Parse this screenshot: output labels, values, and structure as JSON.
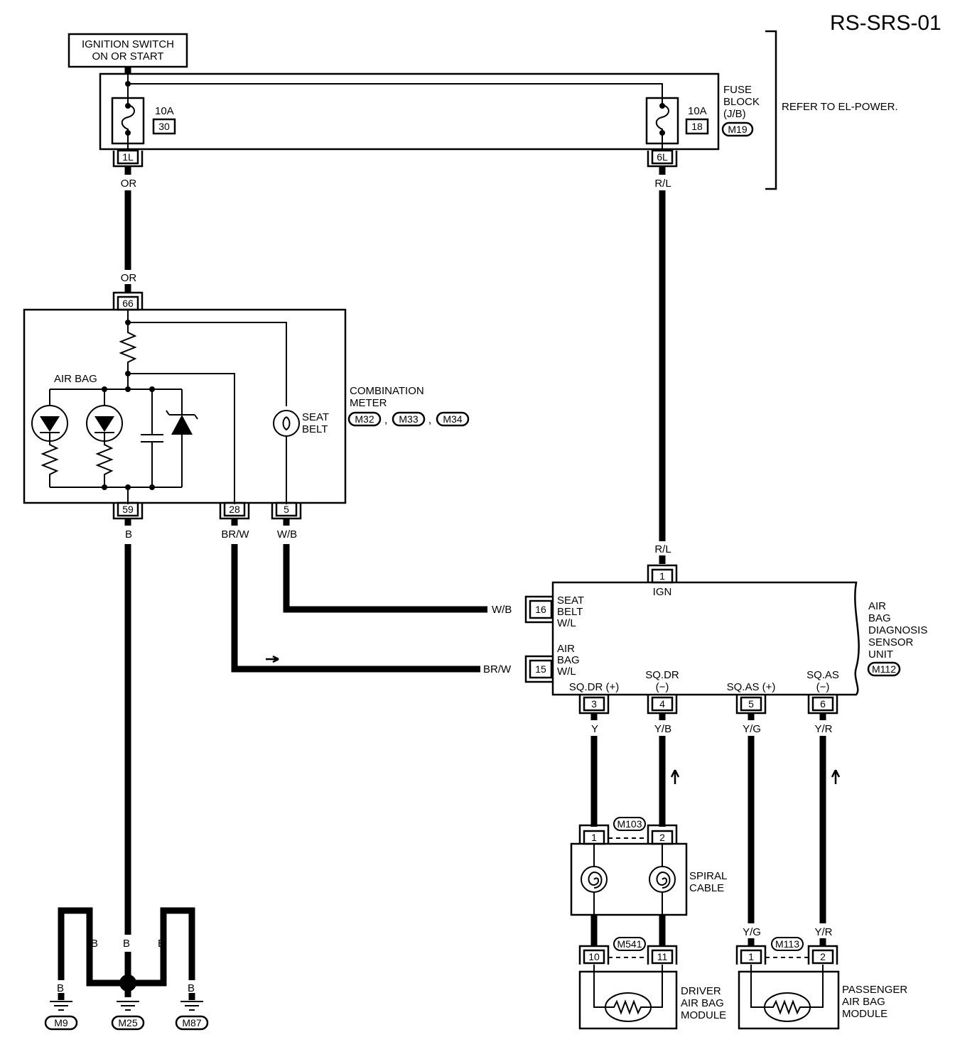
{
  "page": {
    "code": "RS-SRS-01"
  },
  "power": {
    "ignition_switch": [
      "IGNITION SWITCH",
      "ON OR START"
    ],
    "fuse_block": [
      "FUSE",
      "BLOCK",
      "(J/B)"
    ],
    "fuse_block_connector": "M19",
    "refer": "REFER TO EL-POWER.",
    "fuses": [
      {
        "rating": "10A",
        "number": "30",
        "terminal": "1L",
        "wire": "OR"
      },
      {
        "rating": "10A",
        "number": "18",
        "terminal": "6L",
        "wire": "R/L"
      }
    ]
  },
  "combination_meter": {
    "name": [
      "COMBINATION",
      "METER"
    ],
    "connectors": [
      "M32",
      "M33",
      "M34"
    ],
    "separator": ",",
    "air_bag_label": "AIR BAG",
    "seat_belt_label": [
      "SEAT",
      "BELT"
    ],
    "wire_in": "OR",
    "terminals": [
      {
        "number": "66"
      },
      {
        "number": "59",
        "wire": "B"
      },
      {
        "number": "28",
        "wire": "BR/W"
      },
      {
        "number": "5",
        "wire": "W/B"
      }
    ]
  },
  "sensor_unit": {
    "name": [
      "AIR",
      "BAG",
      "DIAGNOSIS",
      "SENSOR",
      "UNIT"
    ],
    "connector": "M112",
    "ign_terminal": {
      "number": "1",
      "label": "IGN",
      "wire": "R/L"
    },
    "side_terminals": [
      {
        "number": "16",
        "label": [
          "SEAT",
          "BELT",
          "W/L"
        ],
        "wire": "W/B"
      },
      {
        "number": "15",
        "label": [
          "AIR",
          "BAG",
          "W/L"
        ],
        "wire": "BR/W"
      }
    ],
    "bottom_terminals": [
      {
        "number": "3",
        "label": [
          "SQ.DR (+)"
        ],
        "wire": "Y"
      },
      {
        "number": "4",
        "label": [
          "SQ.DR",
          "(−)"
        ],
        "wire": "Y/B"
      },
      {
        "number": "5",
        "label": [
          "SQ.AS (+)"
        ],
        "wire": "Y/G"
      },
      {
        "number": "6",
        "label": [
          "SQ.AS",
          "(−)"
        ],
        "wire": "Y/R"
      }
    ]
  },
  "spiral_cable": {
    "name": [
      "SPIRAL",
      "CABLE"
    ],
    "connector_top": "M103",
    "top_terminals": [
      "1",
      "2"
    ],
    "connector_bottom": "M541",
    "bottom_terminals": [
      "10",
      "11"
    ]
  },
  "driver_module": {
    "name": [
      "DRIVER",
      "AIR BAG",
      "MODULE"
    ]
  },
  "passenger_module": {
    "name": [
      "PASSENGER",
      "AIR BAG",
      "MODULE"
    ],
    "connector": "M113",
    "terminals": [
      "1",
      "2"
    ],
    "wires": [
      "Y/G",
      "Y/R"
    ]
  },
  "grounds": {
    "wire": "B",
    "connectors": [
      "M9",
      "M25",
      "M87"
    ]
  }
}
